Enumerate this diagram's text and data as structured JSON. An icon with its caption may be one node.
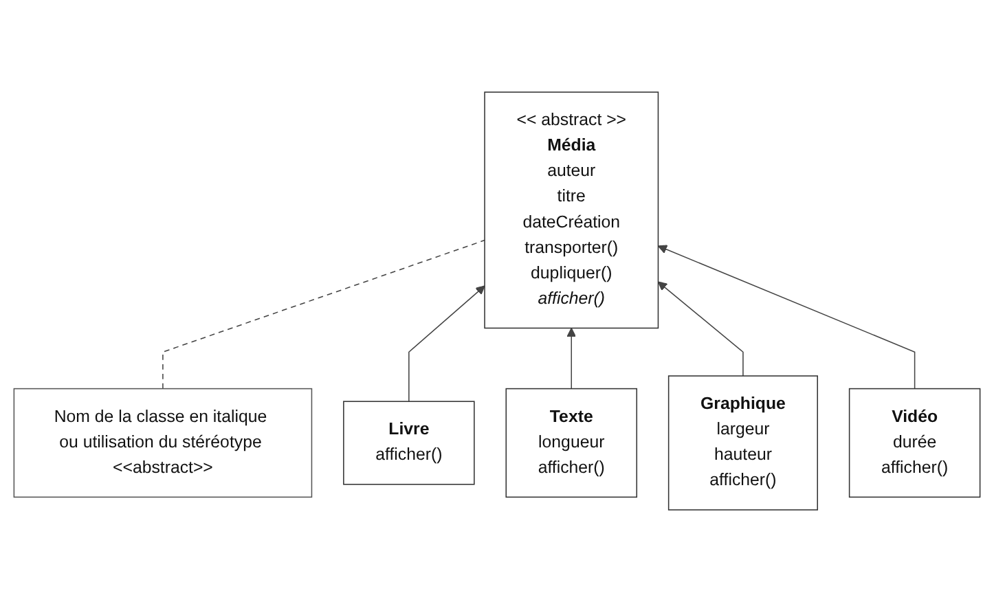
{
  "diagram": {
    "nodes": [
      {
        "text": [
          "<< abstract >>",
          "Média",
          "auteur",
          "titre",
          "dateCréation",
          "transporter()",
          "dupliquer()",
          "afficher()"
        ]
      },
      {
        "text": [
          "Nom de la classe en italique ou utilisation du stéréotype <<abstract>>"
        ]
      },
      {
        "text": [
          "Livre",
          "afficher()"
        ]
      },
      {
        "text": [
          "Texte",
          "longueur",
          "afficher()"
        ]
      },
      {
        "text": [
          "Graphique",
          "largeur",
          "hauteur",
          "afficher()"
        ]
      },
      {
        "text": [
          "Vidéo",
          "durée",
          "afficher()"
        ]
      }
    ],
    "edges": [
      {
        "from": 1,
        "to": 0,
        "arrow": "none",
        "style": "dashed"
      },
      {
        "from": 2,
        "to": 0,
        "arrow": "to"
      },
      {
        "from": 3,
        "to": 0,
        "arrow": "to"
      },
      {
        "from": 4,
        "to": 0,
        "arrow": "to"
      },
      {
        "from": 5,
        "to": 0,
        "arrow": "to"
      }
    ]
  }
}
